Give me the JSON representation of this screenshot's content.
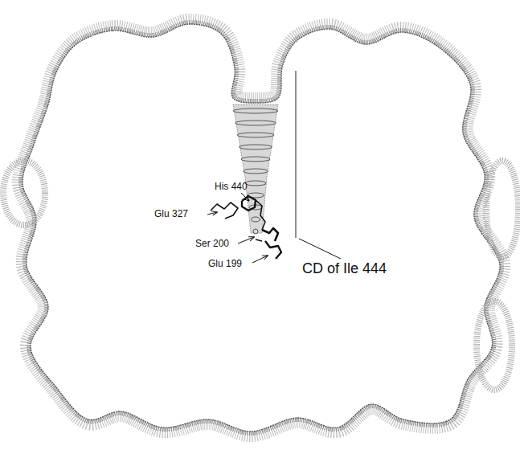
{
  "diagram": {
    "labels": [
      "His 440",
      "Glu 327",
      "Ser 200",
      "Glu 199",
      "CD of Ile 444"
    ]
  }
}
